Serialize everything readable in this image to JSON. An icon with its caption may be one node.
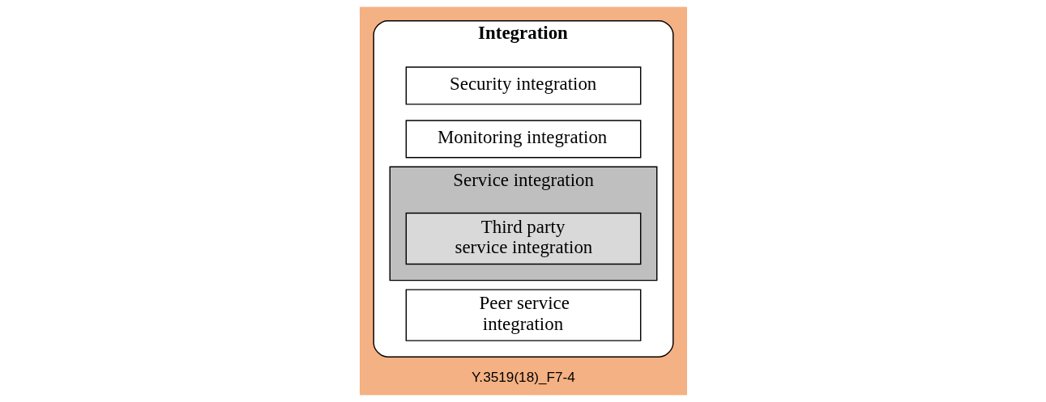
{
  "diagram": {
    "nodes": [
      {
        "text": [
          "Integration"
        ]
      },
      {
        "text": [
          "Security integration"
        ],
        "in": 0
      },
      {
        "text": [
          "Monitoring integration"
        ],
        "in": 0
      },
      {
        "text": [
          "Service integration"
        ],
        "in": 0
      },
      {
        "text": [
          "Third party service integration"
        ],
        "in": 3
      },
      {
        "text": [
          "Peer service integration"
        ],
        "in": 0
      }
    ],
    "edges": [],
    "labels": [
      "Y.3519(18)_F7-4"
    ]
  }
}
